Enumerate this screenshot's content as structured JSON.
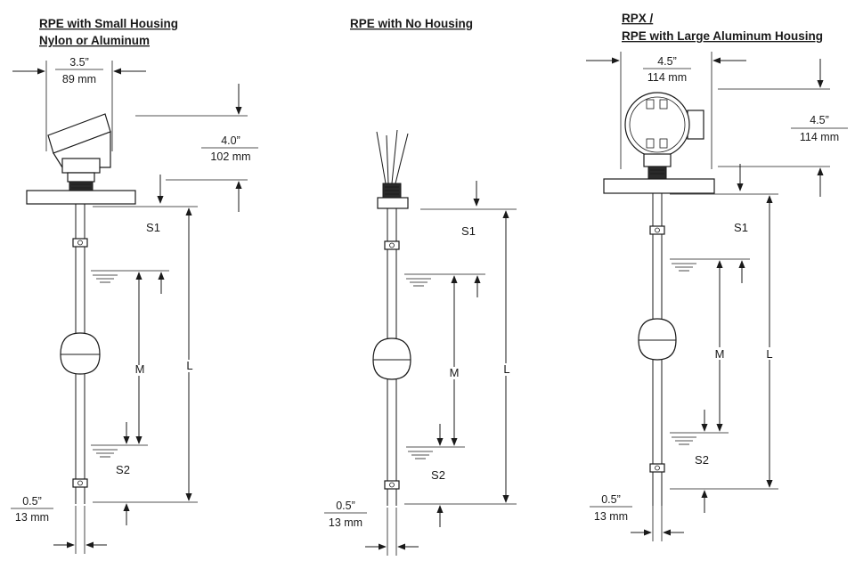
{
  "diagrams": [
    {
      "title_line1": "RPE with Small Housing",
      "title_line2": "Nylon or Aluminum",
      "width_in": "3.5”",
      "width_mm": "89 mm",
      "height_in": "4.0”",
      "height_mm": "102 mm",
      "s1": "S1",
      "m": "M",
      "l": "L",
      "s2": "S2",
      "stem_in": "0.5”",
      "stem_mm": "13 mm"
    },
    {
      "title_line1": "RPE with No Housing",
      "s1": "S1",
      "m": "M",
      "l": "L",
      "s2": "S2",
      "stem_in": "0.5”",
      "stem_mm": "13 mm"
    },
    {
      "title_line1": "RPX /",
      "title_line2": "RPE with Large Aluminum Housing",
      "width_in": "4.5”",
      "width_mm": "114 mm",
      "height_in": "4.5”",
      "height_mm": "114 mm",
      "s1": "S1",
      "m": "M",
      "l": "L",
      "s2": "S2",
      "stem_in": "0.5”",
      "stem_mm": "13 mm"
    }
  ]
}
